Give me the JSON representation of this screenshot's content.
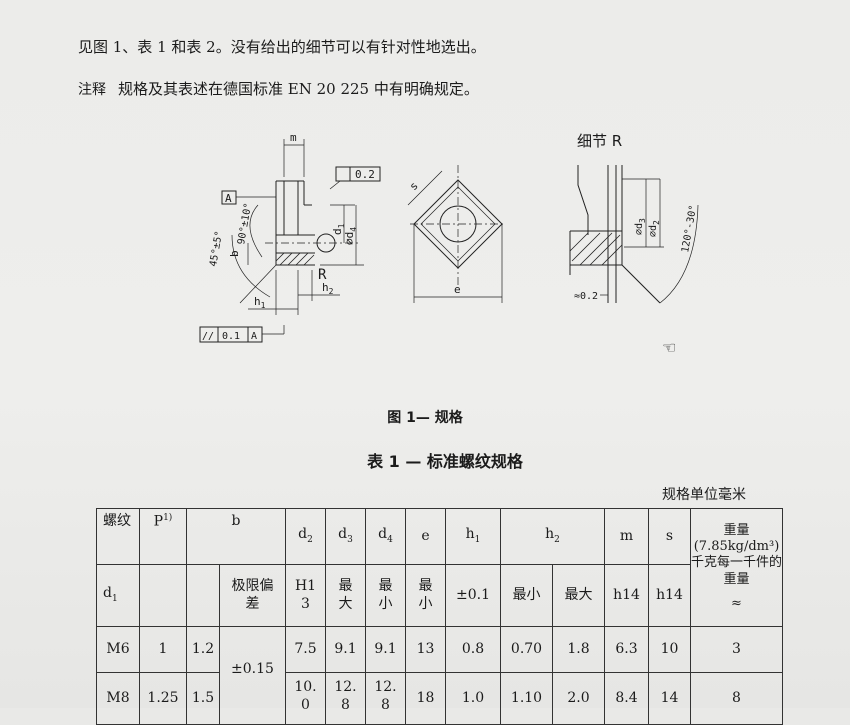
{
  "text": {
    "para1": "见图 1、表 1 和表 2。没有给出的细节可以有针对性地选出。",
    "note_label": "注释",
    "para2": "规格及其表述在德国标准 EN 20 225 中有明确规定。"
  },
  "figure": {
    "detail_title": "细节 R",
    "caption": "图 1— 规格",
    "labels": {
      "m": "m",
      "flatness": "0.2",
      "A": "A",
      "angle_main": "90°±10°",
      "chamfer": "45°±5°",
      "b": "b",
      "d1": "d",
      "d1_sub": "1",
      "d4": "⌀d",
      "d4_sub": "4",
      "R": "R",
      "h1": "h",
      "h1_sub": "1",
      "h2": "h",
      "h2_sub": "2",
      "par_sym": "//",
      "par_val": "0.1",
      "par_ref": "A",
      "s": "s",
      "e": "e",
      "d3": "⌀d",
      "d3_sub": "3",
      "d2": "⌀d",
      "d2_sub": "2",
      "angle_detail": "120°-30°",
      "approx": "≈0.2"
    }
  },
  "table": {
    "caption": "表 1 — 标准螺纹规格",
    "units": "规格单位毫米",
    "header_top": {
      "thread": "螺纹",
      "p": "P",
      "p_sup": "1)",
      "b": "b",
      "d2": "d",
      "d2_sub": "2",
      "d3": "d",
      "d3_sub": "3",
      "d4": "d",
      "d4_sub": "4",
      "e": "e",
      "h1": "h",
      "h1_sub": "1",
      "h2": "h",
      "h2_sub": "2",
      "m": "m",
      "s": "s",
      "weight": "重量",
      "weight_density": "(7.85kg/dm³)",
      "weight_desc": "千克每一千件的重量"
    },
    "header_bottom": {
      "d1": "d",
      "d1_sub": "1",
      "tol": "极限偏差",
      "d2_tol": "H13",
      "d3_tol": "最大",
      "d4_tol": "最小",
      "e_tol": "最小",
      "h1_tol": "±0.1",
      "h2_min": "最小",
      "h2_max": "最大",
      "m_tol": "h14",
      "s_tol": "h14",
      "weight_approx": "≈"
    },
    "b_tolerance": "±0.15",
    "rows": [
      {
        "thread": "M6",
        "p": "1",
        "b": "1.2",
        "d2": "7.5",
        "d3": "9.1",
        "d4": "9.1",
        "e": "13",
        "h1": "0.8",
        "h2_min": "0.70",
        "h2_max": "1.8",
        "m": "6.3",
        "s": "10",
        "weight": "3"
      },
      {
        "thread": "M8",
        "p": "1.25",
        "b": "1.5",
        "d2": "10.0",
        "d3": "12.8",
        "d4": "12.8",
        "e": "18",
        "h1": "1.0",
        "h2_min": "1.10",
        "h2_max": "2.0",
        "m": "8.4",
        "s": "14",
        "weight": "8"
      }
    ]
  }
}
